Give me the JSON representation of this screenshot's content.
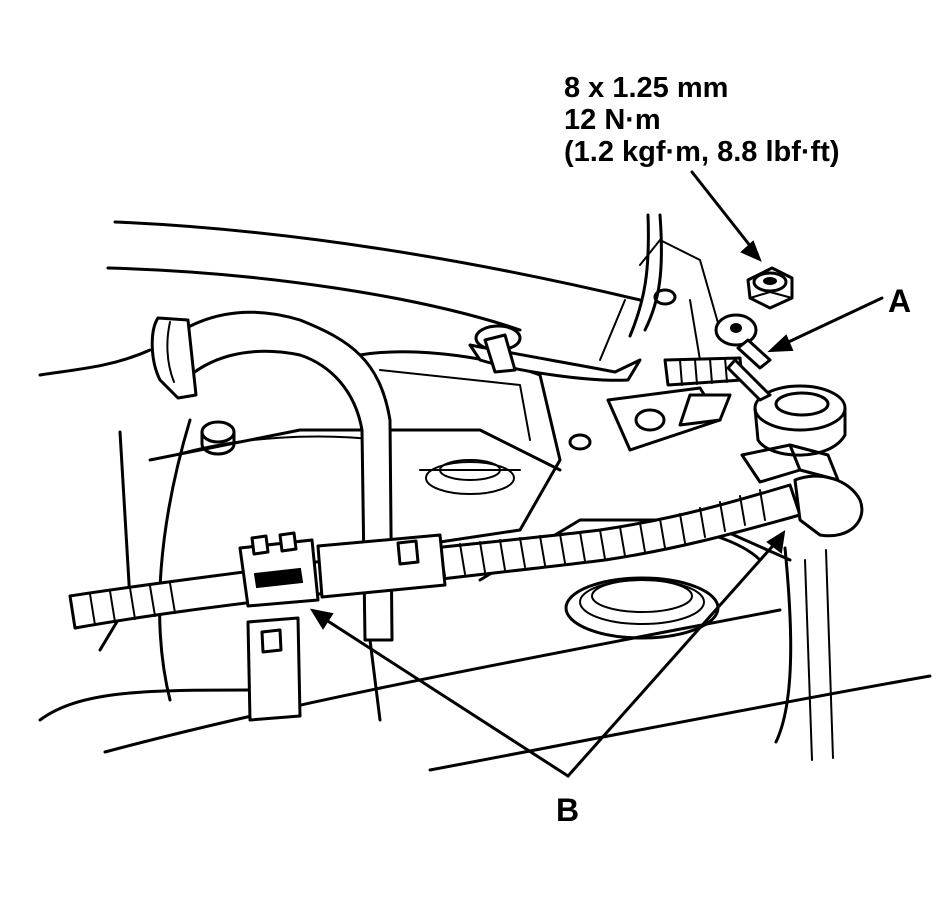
{
  "callouts": {
    "fastener_spec": {
      "size": "8 x 1.25 mm",
      "torque": "12 N·m",
      "torque_alt": "(1.2 kgf·m, 8.8 lbf·ft)"
    },
    "label_a": "A",
    "label_b": "B"
  },
  "colors": {
    "line": "#000000",
    "background": "#ffffff"
  }
}
